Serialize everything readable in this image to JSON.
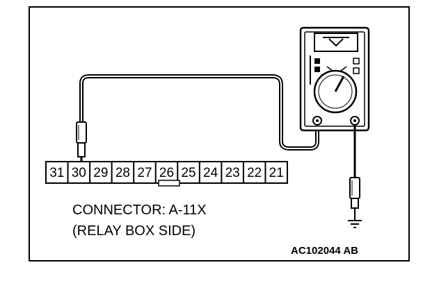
{
  "connector": {
    "pins": [
      "31",
      "30",
      "29",
      "28",
      "27",
      "26",
      "25",
      "24",
      "23",
      "22",
      "21"
    ],
    "probed_pin": "30",
    "marked_pin": "26"
  },
  "caption": {
    "line1": "CONNECTOR: A-11X",
    "line2": "(RELAY BOX SIDE)"
  },
  "reference_code": "AC102044 AB",
  "icons": {
    "meter": "multimeter-icon",
    "probe": "test-probe-icon",
    "ground": "ground-symbol-icon"
  }
}
